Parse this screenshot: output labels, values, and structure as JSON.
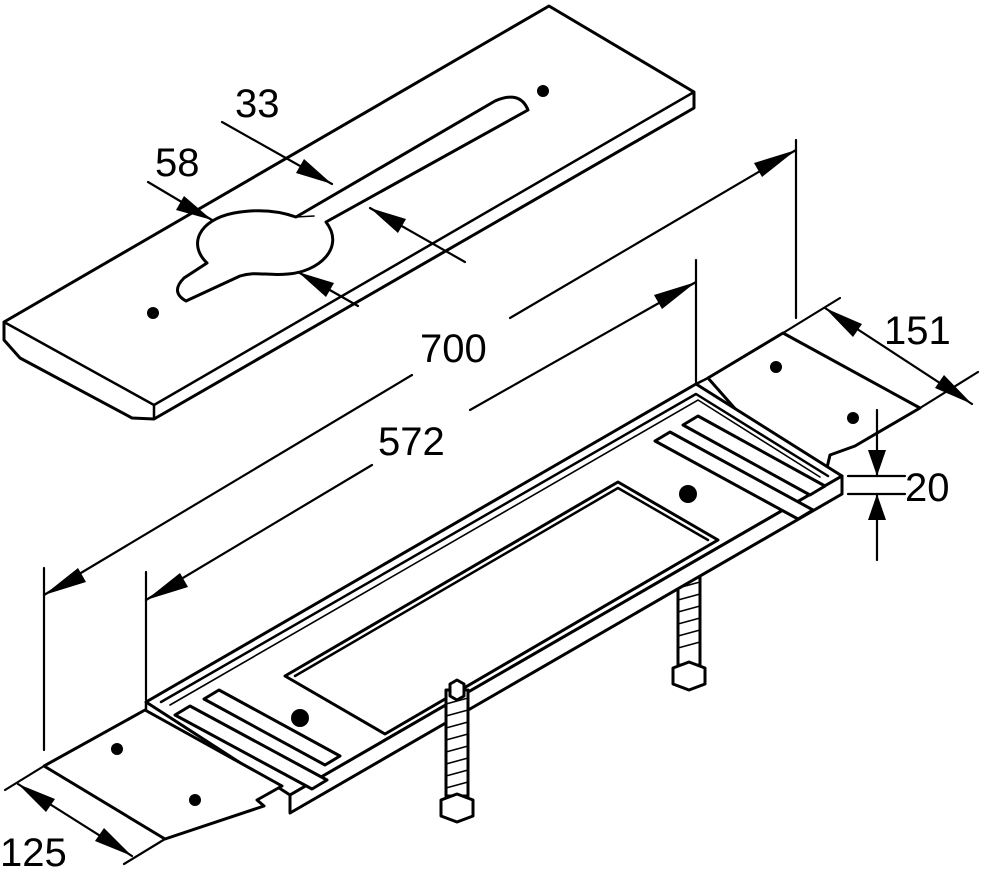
{
  "dimensions": {
    "overall_length": "700",
    "inner_length": "572",
    "end_width_right": "151",
    "end_width_left": "125",
    "plate_thickness": "20",
    "keyhole_diameter": "58",
    "slot_width": "33"
  },
  "colors": {
    "line": "#000000",
    "background": "#ffffff"
  }
}
